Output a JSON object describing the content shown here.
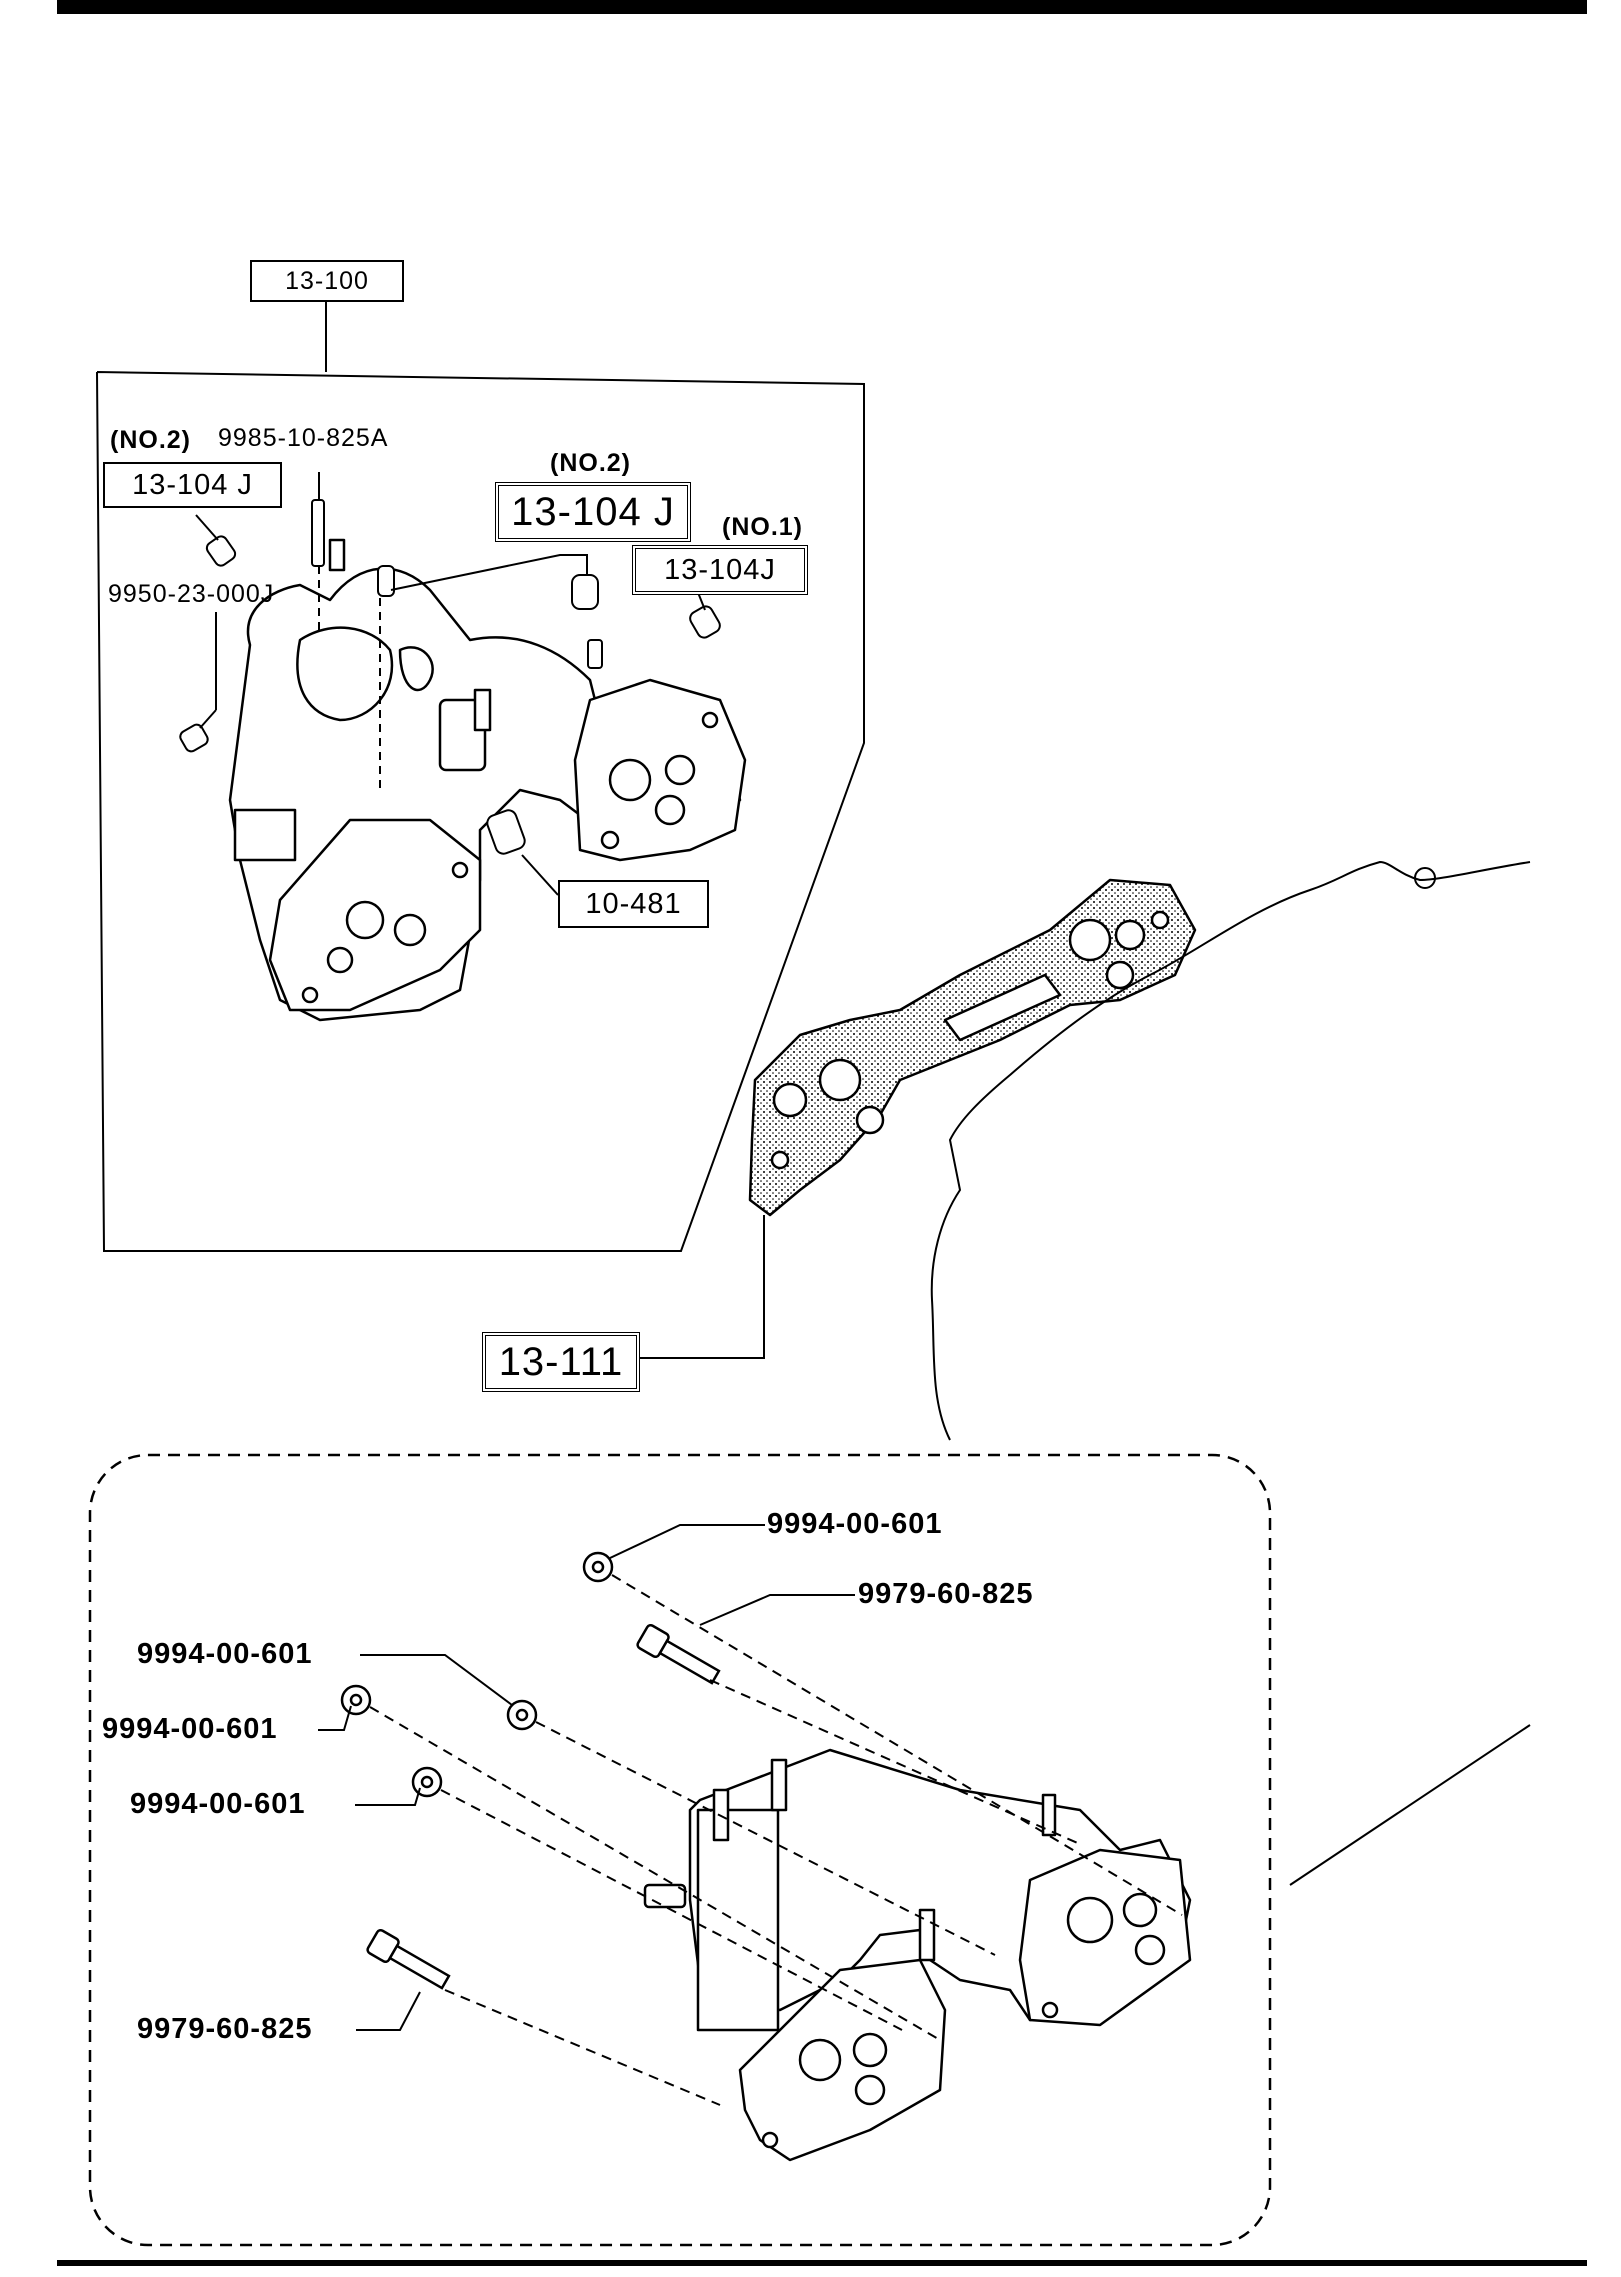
{
  "callouts": {
    "assembly_ref": "13-100",
    "no2_top_left": "(NO.2)",
    "stud_part": "9985-10-825A",
    "ref_104j_left": "13-104 J",
    "plug_part": "9950-23-000J",
    "no2_mid": "(NO.2)",
    "ref_104j_mid": "13-104 J",
    "no1": "(NO.1)",
    "ref_104j_right": "13-104J",
    "ref_10_481": "10-481",
    "ref_13_111": "13-111"
  },
  "fasteners": {
    "nut_top": "9994-00-601",
    "bolt_top": "9979-60-825",
    "nut_left_1": "9994-00-601",
    "nut_left_2": "9994-00-601",
    "nut_left_3": "9994-00-601",
    "bolt_bottom": "9979-60-825"
  }
}
